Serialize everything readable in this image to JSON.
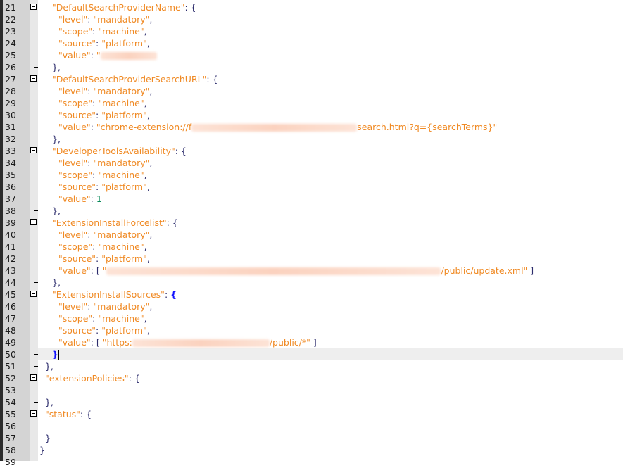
{
  "editor": {
    "first_line": 21,
    "caret_line": 50,
    "lines": [
      {
        "n": "21",
        "indent": 2,
        "fold": "open",
        "key": "DefaultSearchProviderName",
        "after": ": {"
      },
      {
        "n": "22",
        "indent": 3,
        "key": "level",
        "value": "mandatory",
        "comma": ","
      },
      {
        "n": "23",
        "indent": 3,
        "key": "scope",
        "value": "machine",
        "comma": ","
      },
      {
        "n": "24",
        "indent": 3,
        "key": "source",
        "value": "platform",
        "comma": ","
      },
      {
        "n": "25",
        "indent": 3,
        "key": "value",
        "value_prefix": "\"",
        "redacted": true
      },
      {
        "n": "26",
        "indent": 2,
        "close": "},"
      },
      {
        "n": "27",
        "indent": 2,
        "fold": "open",
        "key": "DefaultSearchProviderSearchURL",
        "after": ": {"
      },
      {
        "n": "28",
        "indent": 3,
        "key": "level",
        "value": "mandatory",
        "comma": ","
      },
      {
        "n": "29",
        "indent": 3,
        "key": "scope",
        "value": "machine",
        "comma": ","
      },
      {
        "n": "30",
        "indent": 3,
        "key": "source",
        "value": "platform",
        "comma": ","
      },
      {
        "n": "31",
        "indent": 3,
        "key": "value",
        "value_prefix": "\"chrome-extension://f",
        "redacted": true,
        "value_suffix": "search.html?q={searchTerms}\""
      },
      {
        "n": "32",
        "indent": 2,
        "close": "},"
      },
      {
        "n": "33",
        "indent": 2,
        "fold": "open",
        "key": "DeveloperToolsAvailability",
        "after": ": {"
      },
      {
        "n": "34",
        "indent": 3,
        "key": "level",
        "value": "mandatory",
        "comma": ","
      },
      {
        "n": "35",
        "indent": 3,
        "key": "scope",
        "value": "machine",
        "comma": ","
      },
      {
        "n": "36",
        "indent": 3,
        "key": "source",
        "value": "platform",
        "comma": ","
      },
      {
        "n": "37",
        "indent": 3,
        "key": "value",
        "number": "1"
      },
      {
        "n": "38",
        "indent": 2,
        "close": "},"
      },
      {
        "n": "39",
        "indent": 2,
        "fold": "open",
        "key": "ExtensionInstallForcelist",
        "after": ": {"
      },
      {
        "n": "40",
        "indent": 3,
        "key": "level",
        "value": "mandatory",
        "comma": ","
      },
      {
        "n": "41",
        "indent": 3,
        "key": "scope",
        "value": "machine",
        "comma": ","
      },
      {
        "n": "42",
        "indent": 3,
        "key": "source",
        "value": "platform",
        "comma": ","
      },
      {
        "n": "43",
        "indent": 3,
        "key": "value",
        "array": true,
        "value_prefix": "\"",
        "redacted": true,
        "value_suffix": "/public/update.xml\""
      },
      {
        "n": "44",
        "indent": 2,
        "close": "},"
      },
      {
        "n": "45",
        "indent": 2,
        "fold": "open",
        "key": "ExtensionInstallSources",
        "after": ": {",
        "brace_match": true
      },
      {
        "n": "46",
        "indent": 3,
        "key": "level",
        "value": "mandatory",
        "comma": ","
      },
      {
        "n": "47",
        "indent": 3,
        "key": "scope",
        "value": "machine",
        "comma": ","
      },
      {
        "n": "48",
        "indent": 3,
        "key": "source",
        "value": "platform",
        "comma": ","
      },
      {
        "n": "49",
        "indent": 3,
        "key": "value",
        "array": true,
        "value_prefix": "\"https:",
        "redacted": true,
        "value_suffix": "/public/*\""
      },
      {
        "n": "50",
        "indent": 2,
        "close": "}",
        "brace_match": true,
        "caret": true
      },
      {
        "n": "51",
        "indent": 1,
        "close": "},"
      },
      {
        "n": "52",
        "indent": 1,
        "fold": "open",
        "key": "extensionPolicies",
        "after": ": {"
      },
      {
        "n": "53",
        "indent": 1
      },
      {
        "n": "54",
        "indent": 1,
        "close": "},"
      },
      {
        "n": "55",
        "indent": 1,
        "fold": "open",
        "key": "status",
        "after": ": {"
      },
      {
        "n": "56",
        "indent": 1
      },
      {
        "n": "57",
        "indent": 1,
        "close": "}"
      },
      {
        "n": "58",
        "indent": 0,
        "close": "}"
      },
      {
        "n": "59",
        "indent": 0
      }
    ]
  },
  "colors": {
    "string": "#f08a24",
    "punctuation": "#2c2c6c",
    "number": "#0a8a5a",
    "brace_match": "#1010ff",
    "line_number_bg": "#d4d4d4",
    "caret_line_bg": "#eeeeee",
    "edge_guide": "#bfe3bf"
  }
}
